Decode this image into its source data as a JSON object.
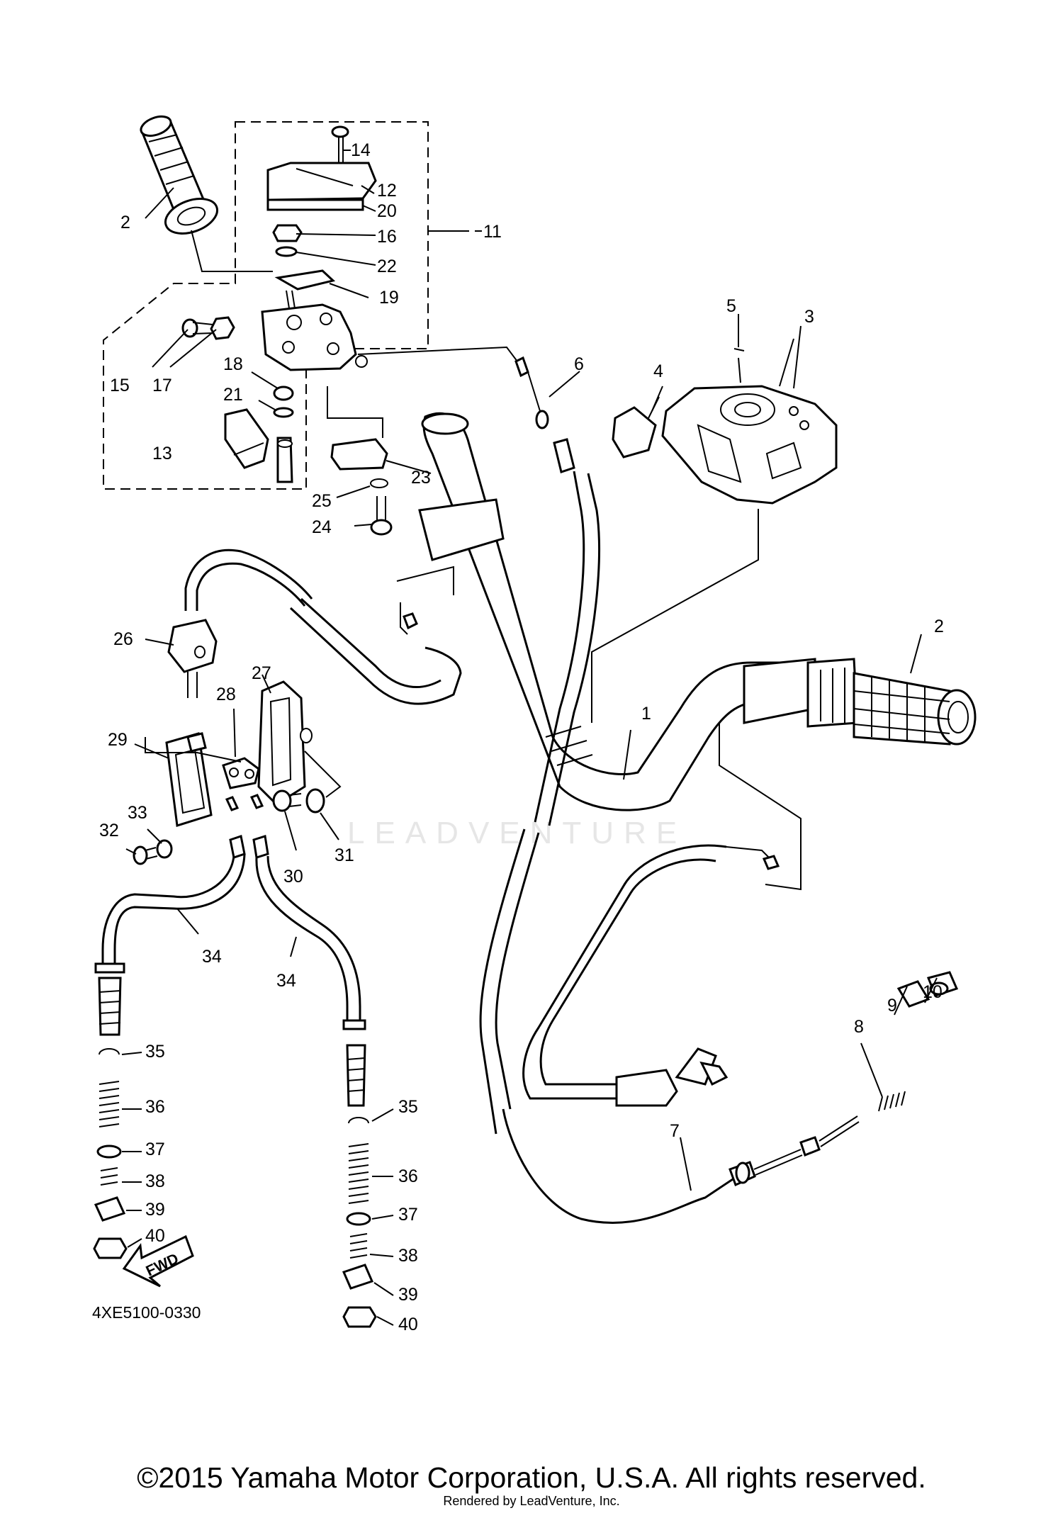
{
  "diagram": {
    "callouts": [
      "1",
      "2",
      "2",
      "3",
      "4",
      "5",
      "6",
      "7",
      "8",
      "9",
      "10",
      "11",
      "12",
      "13",
      "14",
      "15",
      "16",
      "17",
      "18",
      "19",
      "20",
      "21",
      "22",
      "23",
      "24",
      "25",
      "26",
      "27",
      "28",
      "29",
      "30",
      "31",
      "32",
      "33",
      "34",
      "34",
      "35",
      "35",
      "36",
      "36",
      "37",
      "37",
      "38",
      "38",
      "39",
      "39",
      "40",
      "40"
    ],
    "fwd_label": "FWD",
    "part_code": "4XE5100-0330",
    "watermark": "LEADVENTURE"
  },
  "footer": {
    "copyright": "©2015 Yamaha Motor Corporation, U.S.A. All rights reserved.",
    "rendered_by": "Rendered by LeadVenture, Inc."
  }
}
